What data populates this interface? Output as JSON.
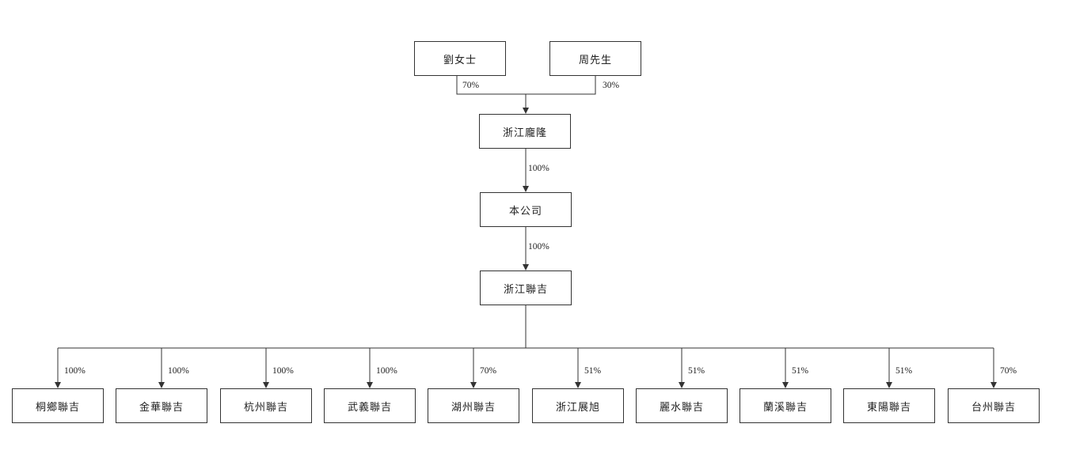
{
  "shareholders": [
    {
      "label": "劉女士",
      "stake": "70%"
    },
    {
      "label": "周先生",
      "stake": "30%"
    }
  ],
  "holding": {
    "label": "浙江龐隆",
    "stake": "100%"
  },
  "company": {
    "label": "本公司",
    "stake": "100%"
  },
  "operating": {
    "label": "浙江聯吉"
  },
  "subsidiaries": [
    {
      "label": "桐鄉聯吉",
      "stake": "100%"
    },
    {
      "label": "金華聯吉",
      "stake": "100%"
    },
    {
      "label": "杭州聯吉",
      "stake": "100%"
    },
    {
      "label": "武義聯吉",
      "stake": "100%"
    },
    {
      "label": "湖州聯吉",
      "stake": "70%"
    },
    {
      "label": "浙江展旭",
      "stake": "51%"
    },
    {
      "label": "麗水聯吉",
      "stake": "51%"
    },
    {
      "label": "蘭溪聯吉",
      "stake": "51%"
    },
    {
      "label": "東陽聯吉",
      "stake": "51%"
    },
    {
      "label": "台州聯吉",
      "stake": "70%"
    }
  ],
  "colors": {
    "line": "#333333",
    "text": "#222222",
    "box_border": "#333333"
  }
}
